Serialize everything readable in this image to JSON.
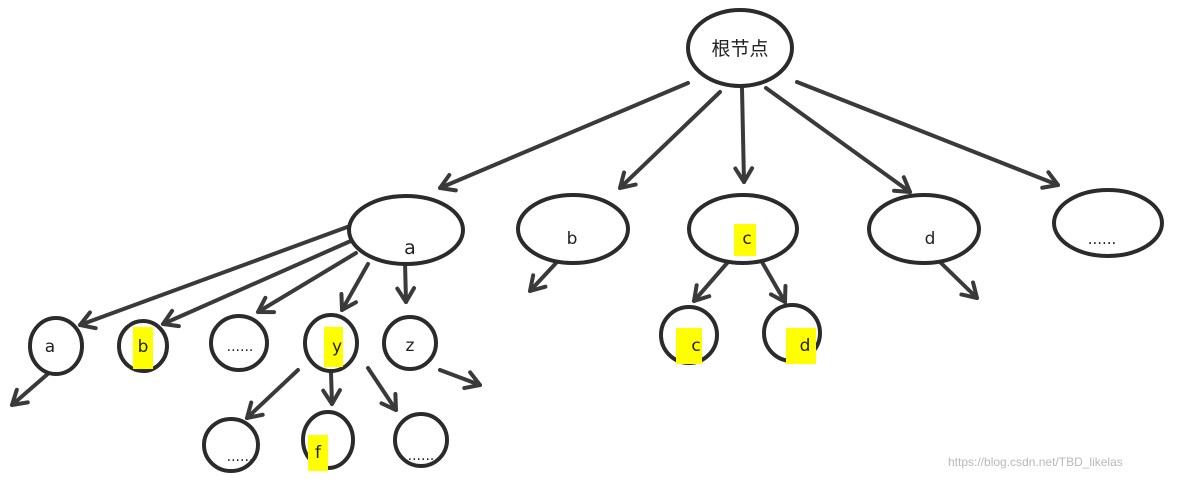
{
  "diagram": {
    "highlight_color": "#ffff00",
    "stroke_color": "#2b2b2b",
    "nodes": [
      {
        "id": "root",
        "label": "根节点",
        "highlight": false
      },
      {
        "id": "a",
        "label": "a",
        "highlight": false
      },
      {
        "id": "b",
        "label": "b",
        "highlight": false
      },
      {
        "id": "c",
        "label": "c",
        "highlight": true
      },
      {
        "id": "d",
        "label": "d",
        "highlight": false
      },
      {
        "id": "etc1",
        "label": "......",
        "highlight": false
      },
      {
        "id": "a_a",
        "label": "a",
        "highlight": false
      },
      {
        "id": "a_b",
        "label": "b",
        "highlight": true
      },
      {
        "id": "a_etc",
        "label": "......",
        "highlight": false
      },
      {
        "id": "a_y",
        "label": "y",
        "highlight": true
      },
      {
        "id": "a_z",
        "label": "z",
        "highlight": false
      },
      {
        "id": "y_etc1",
        "label": "......",
        "highlight": false
      },
      {
        "id": "y_f",
        "label": "f",
        "highlight": true
      },
      {
        "id": "y_etc2",
        "label": "......",
        "highlight": false
      },
      {
        "id": "c_c",
        "label": "c",
        "highlight": true
      },
      {
        "id": "c_d",
        "label": "d",
        "highlight": true
      }
    ],
    "edges": [
      {
        "from": "root",
        "to": "a"
      },
      {
        "from": "root",
        "to": "b"
      },
      {
        "from": "root",
        "to": "c"
      },
      {
        "from": "root",
        "to": "d"
      },
      {
        "from": "root",
        "to": "etc1"
      },
      {
        "from": "a",
        "to": "a_a"
      },
      {
        "from": "a",
        "to": "a_b"
      },
      {
        "from": "a",
        "to": "a_etc"
      },
      {
        "from": "a",
        "to": "a_y"
      },
      {
        "from": "a",
        "to": "a_z"
      },
      {
        "from": "a_y",
        "to": "y_etc1"
      },
      {
        "from": "a_y",
        "to": "y_f"
      },
      {
        "from": "a_y",
        "to": "y_etc2"
      },
      {
        "from": "c",
        "to": "c_c"
      },
      {
        "from": "c",
        "to": "c_d"
      }
    ]
  },
  "watermark": "https://blog.csdn.net/TBD_likelas"
}
